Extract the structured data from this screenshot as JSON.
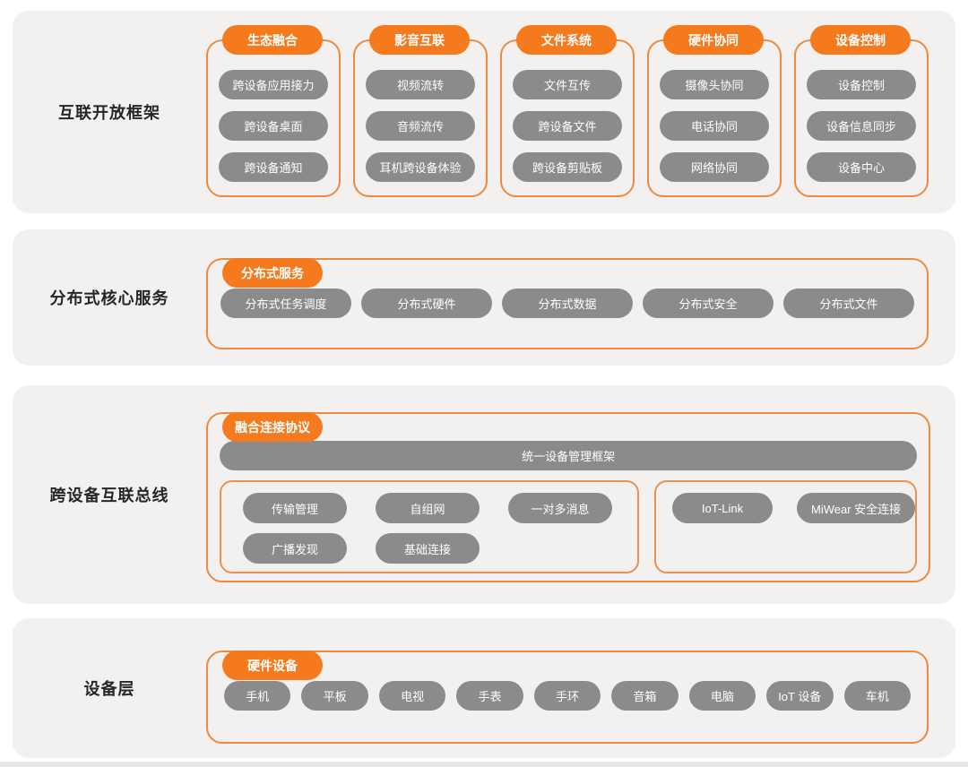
{
  "colors": {
    "orange_pill": "#f5791d",
    "orange_border": "#ee8a3f",
    "gray_pill": "#8b8b8b",
    "band_background": "#f2f1ef",
    "pill_text": "#ffffff",
    "label_text": "#262626"
  },
  "bands": [
    {
      "label": "互联开放框架",
      "groups": [
        {
          "header": "生态融合",
          "items": [
            "跨设备应用接力",
            "跨设备桌面",
            "跨设备通知"
          ]
        },
        {
          "header": "影音互联",
          "items": [
            "视频流转",
            "音频流传",
            "耳机跨设备体验"
          ]
        },
        {
          "header": "文件系统",
          "items": [
            "文件互传",
            "跨设备文件",
            "跨设备剪贴板"
          ]
        },
        {
          "header": "硬件协同",
          "items": [
            "摄像头协同",
            "电话协同",
            "网络协同"
          ]
        },
        {
          "header": "设备控制",
          "items": [
            "设备控制",
            "设备信息同步",
            "设备中心"
          ]
        }
      ]
    },
    {
      "label": "分布式核心服务",
      "header": "分布式服务",
      "items": [
        "分布式任务调度",
        "分布式硬件",
        "分布式数据",
        "分布式安全",
        "分布式文件"
      ]
    },
    {
      "label": "跨设备互联总线",
      "header": "融合连接协议",
      "bar": "统一设备管理框架",
      "left_box_rows": [
        [
          "传输管理",
          "自组网",
          "一对多消息"
        ],
        [
          "广播发现",
          "基础连接"
        ]
      ],
      "right_box_items": [
        "IoT-Link",
        "MiWear 安全连接"
      ]
    },
    {
      "label": "设备层",
      "header": "硬件设备",
      "items": [
        "手机",
        "平板",
        "电视",
        "手表",
        "手环",
        "音箱",
        "电脑",
        "IoT 设备",
        "车机"
      ]
    }
  ]
}
